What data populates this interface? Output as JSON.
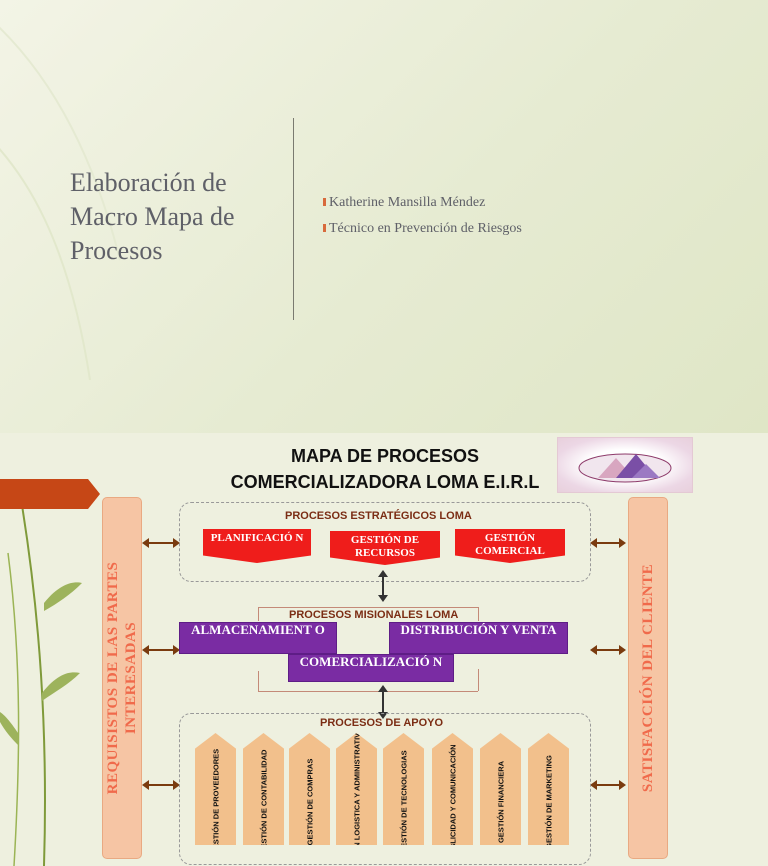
{
  "slide1": {
    "title": "Elaboración de Macro Mapa de Procesos",
    "bullets": [
      "Katherine Mansilla Méndez",
      "Técnico en Prevención de Riesgos"
    ]
  },
  "slide2": {
    "title_line1": "MAPA DE PROCESOS",
    "title_line2": "COMERCIALIZADORA LOMA E.I.R.L",
    "left_side": "REQUISISTOS DE LAS PARTES INTERESADAS",
    "right_side": "SATISFACCIÓN DEL CLIENTE",
    "strategic": {
      "caption": "PROCESOS ESTRATÉGICOS LOMA",
      "items": [
        "PLANIFICACIÓ N",
        "GESTIÓN DE RECURSOS",
        "GESTIÓN COMERCIAL"
      ]
    },
    "misionales": {
      "caption": "PROCESOS MISIONALES LOMA",
      "items": [
        "ALMACENAMIENT O",
        "DISTRIBUCIÓN Y VENTA",
        "COMERCIALIZACIÓ N"
      ]
    },
    "apoyo": {
      "caption": "PROCESOS DE APOYO",
      "items": [
        "GESTIÓN DE PROVEEDORES",
        "GESTIÓN DE CONTABILIDAD",
        "GESTIÓN DE COMPRAS",
        "GESTIÓN LOGISTICA Y ADMINISTRATIVA",
        "GESTIÓN DE TECNOLOGIAS",
        "PUBLICIDAD Y COMUNICACIÓN",
        "GESTIÓN FINANCIERA",
        "GESTIÓN DE MARKETING"
      ]
    }
  }
}
